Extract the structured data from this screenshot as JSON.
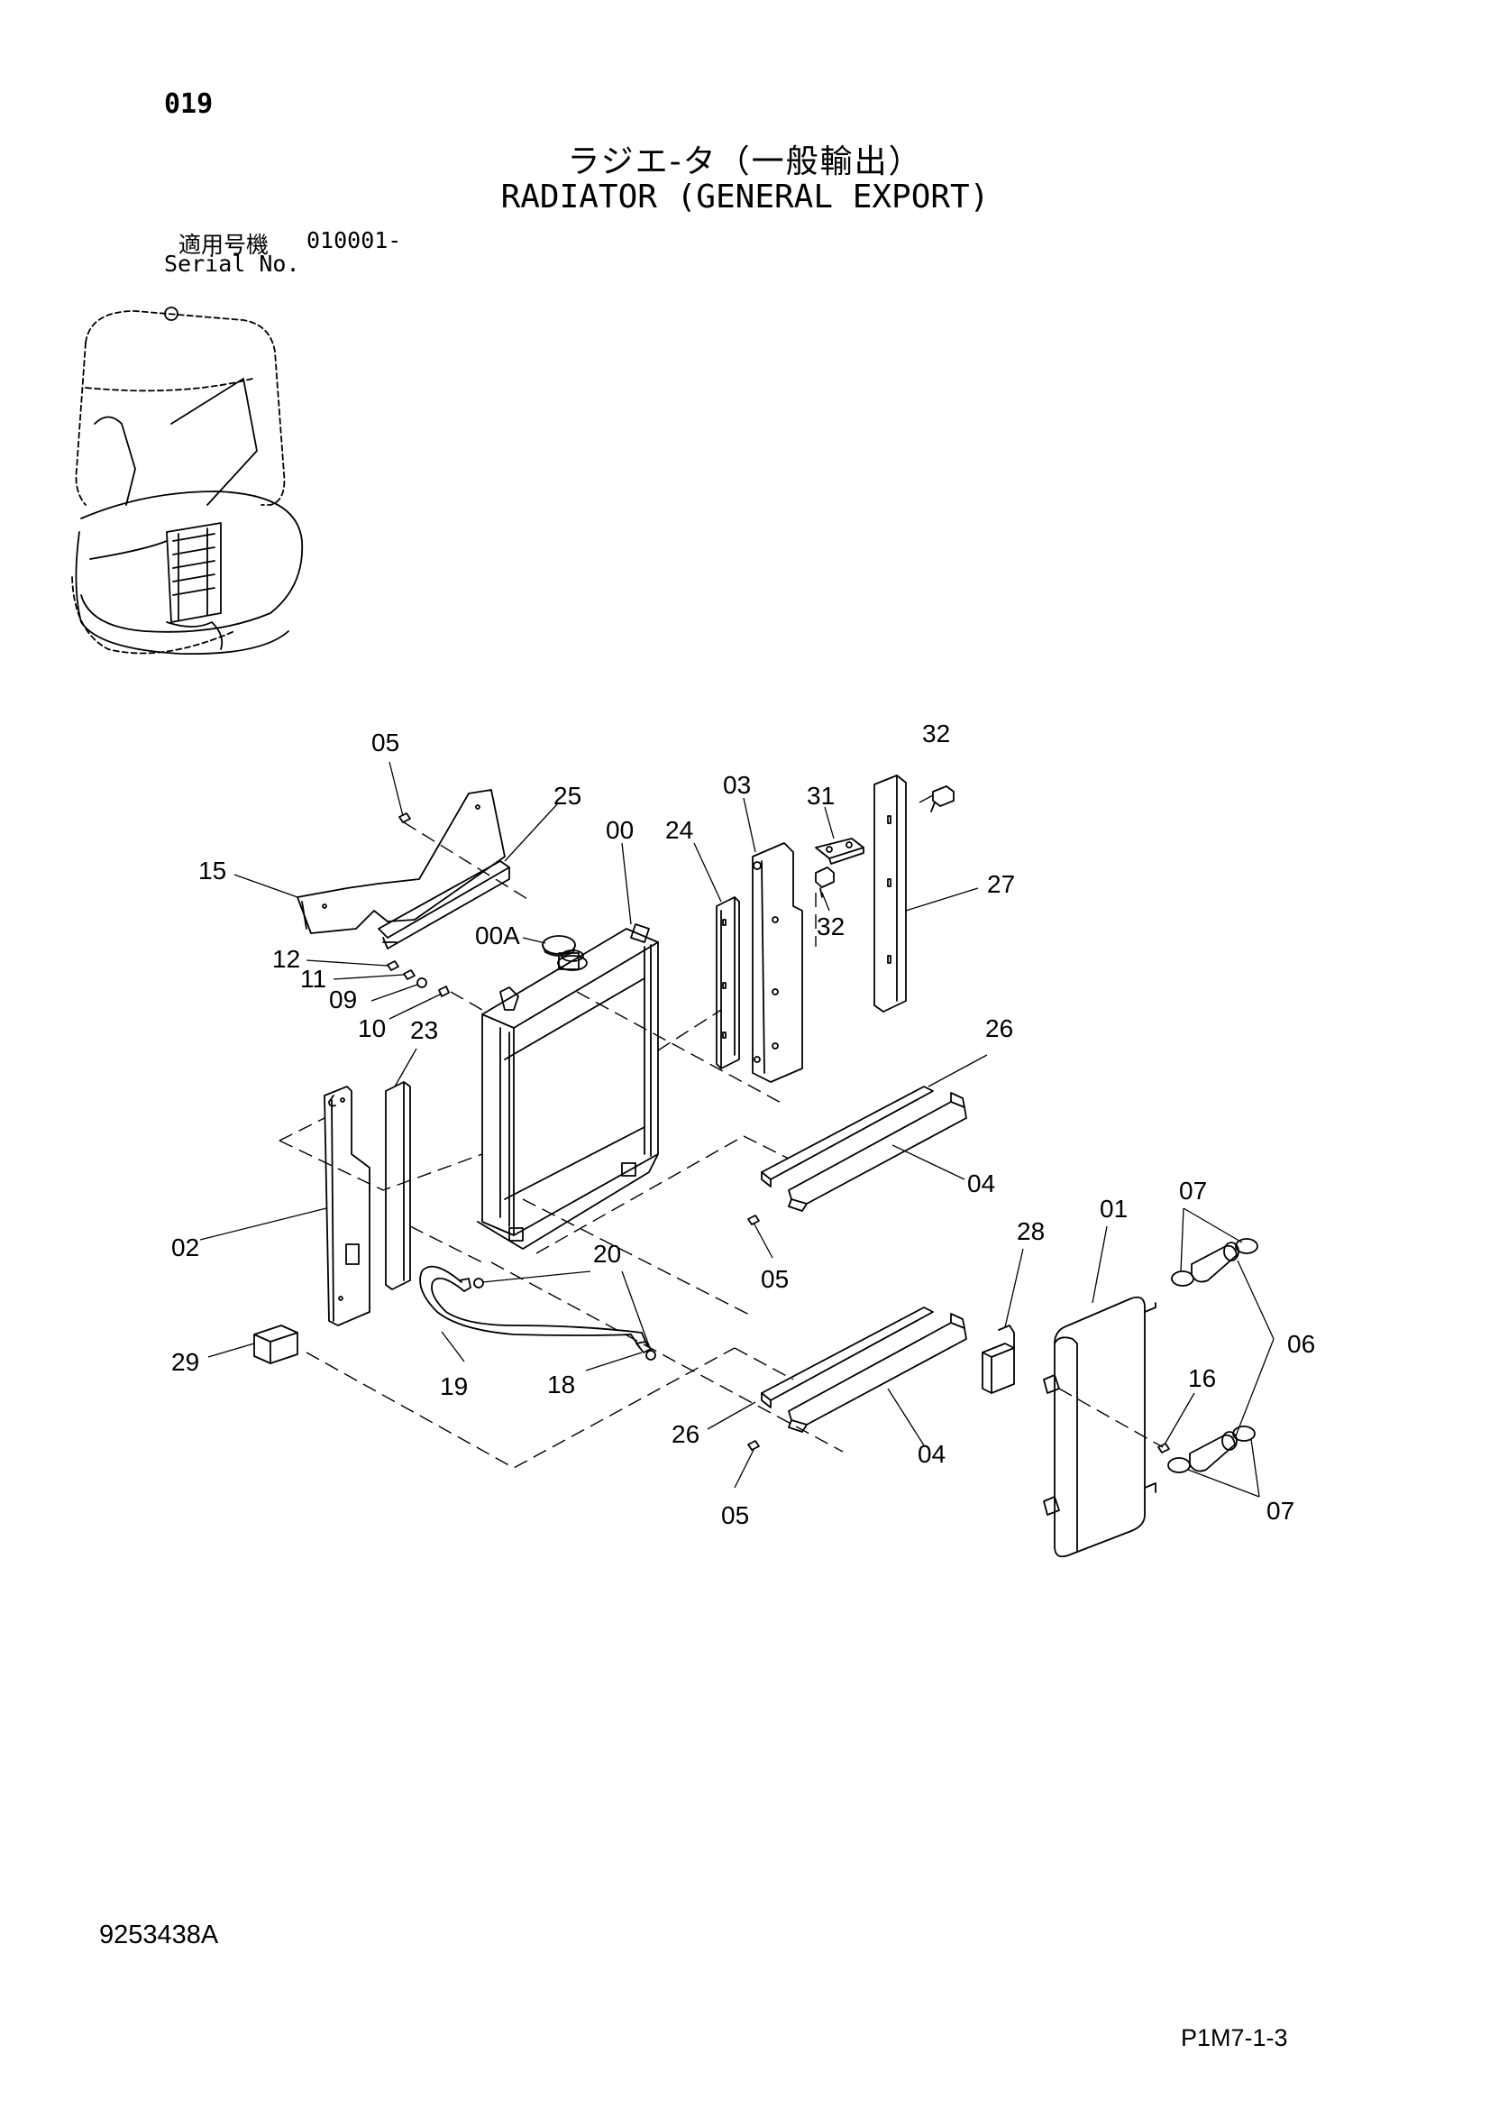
{
  "header": {
    "page_number": "019",
    "title_ja": "ラジエ-タ（一般輸出）",
    "title_en": "RADIATOR (GENERAL EXPORT)",
    "serial_label_ja": "適用号機",
    "serial_value": "010001-",
    "serial_label_en": "Serial No."
  },
  "callouts": [
    "05",
    "25",
    "00",
    "24",
    "03",
    "31",
    "32",
    "27",
    "15",
    "00A",
    "12",
    "11",
    "09",
    "10",
    "23",
    "32",
    "26",
    "04",
    "02",
    "20",
    "05",
    "28",
    "01",
    "07",
    "29",
    "19",
    "18",
    "26",
    "04",
    "16",
    "06",
    "05",
    "07"
  ],
  "footer": {
    "doc_code": "9253438A",
    "page_ref": "P1M7-1-3"
  }
}
